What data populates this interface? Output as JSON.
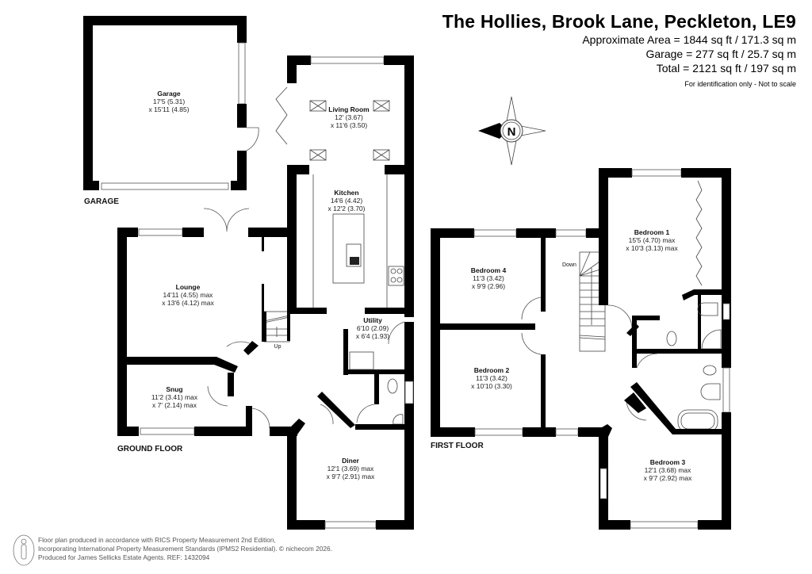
{
  "header": {
    "title": "The Hollies, Brook Lane, Peckleton, LE9",
    "approximate_area": "Approximate Area = 1844 sq ft / 171.3 sq m",
    "garage_area": "Garage = 277 sq ft / 25.7 sq m",
    "total_area": "Total = 2121 sq ft / 197 sq m",
    "note": "For identification only - Not to scale"
  },
  "compass": {
    "icon": "compass-icon",
    "label": "N"
  },
  "floors": {
    "garage": {
      "label": "GARAGE",
      "rooms": [
        {
          "name": "Garage",
          "dim1": "17'5 (5.31)",
          "dim2": "x 15'11 (4.85)"
        }
      ]
    },
    "ground": {
      "label": "GROUND FLOOR",
      "stairs_label": "Up",
      "rooms": [
        {
          "name": "Living Room",
          "dim1": "12' (3.67)",
          "dim2": "x 11'6 (3.50)"
        },
        {
          "name": "Kitchen",
          "dim1": "14'6 (4.42)",
          "dim2": "x 12'2 (3.70)"
        },
        {
          "name": "Lounge",
          "dim1": "14'11 (4.55) max",
          "dim2": "x 13'6 (4.12) max"
        },
        {
          "name": "Utility",
          "dim1": "6'10 (2.09)",
          "dim2": "x 6'4 (1.93)"
        },
        {
          "name": "Snug",
          "dim1": "11'2 (3.41) max",
          "dim2": "x 7' (2.14) max"
        },
        {
          "name": "Diner",
          "dim1": "12'1 (3.69) max",
          "dim2": "x 9'7 (2.91) max"
        }
      ]
    },
    "first": {
      "label": "FIRST FLOOR",
      "stairs_label": "Down",
      "rooms": [
        {
          "name": "Bedroom 1",
          "dim1": "15'5 (4.70) max",
          "dim2": "x 10'3 (3.13) max"
        },
        {
          "name": "Bedroom 4",
          "dim1": "11'3 (3.42)",
          "dim2": "x 9'9 (2.96)"
        },
        {
          "name": "Bedroom 2",
          "dim1": "11'3 (3.42)",
          "dim2": "x 10'10 (3.30)"
        },
        {
          "name": "Bedroom 3",
          "dim1": "12'1 (3.68) max",
          "dim2": "x 9'7 (2.92) max"
        }
      ]
    }
  },
  "footer": {
    "line1": "Floor plan produced in accordance with RICS Property Measurement 2nd Edition,",
    "line2": "Incorporating International Property Measurement Standards (IPMS2 Residential).   © nichecom 2026.",
    "line3": "Produced for James Sellicks Estate Agents.   REF: 1432094",
    "icon": "person-icon"
  }
}
